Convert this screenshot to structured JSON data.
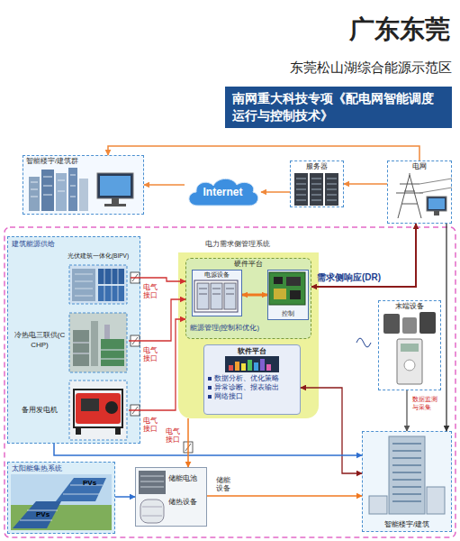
{
  "diagram": {
    "title": "广东东莞",
    "nodes": [
      {
        "text": [
          "南网重大科技专项《配电网智能调度运行与控制技术》"
        ]
      },
      {
        "text": [
          "智能楼宇/建筑群"
        ]
      },
      {
        "text": [
          "Internet"
        ]
      },
      {
        "text": [
          "服务器"
        ]
      },
      {
        "text": [
          "电网"
        ]
      },
      {
        "text": [
          "建筑能源供给"
        ]
      },
      {
        "text": [
          "光伏建筑一体化(BIPV)"
        ],
        "in": 5
      },
      {
        "text": [
          "冷热电三联供(CCHP)"
        ],
        "in": 5
      },
      {
        "text": [
          "备用发电机"
        ],
        "in": 5
      },
      {
        "text": [
          "电力需求侧管理系统"
        ]
      },
      {
        "text": [
          "硬件平台",
          "能源管理(控制和优化)"
        ],
        "in": 9
      },
      {
        "text": [
          "电源设备"
        ],
        "in": 10
      },
      {
        "text": [
          "控制"
        ],
        "in": 10
      },
      {
        "text": [
          "软件平台",
          "数据分析、优化策略",
          "异常诊断、报表输出",
          "网络接口"
        ],
        "in": 9
      },
      {
        "text": [
          "末端设备"
        ]
      },
      {
        "text": [
          "太阳能集热系统"
        ]
      },
      {
        "text": [
          "储能电池",
          "储热设备"
        ]
      },
      {
        "text": [
          "智能楼宇/建筑"
        ]
      }
    ],
    "edges": [
      {
        "from": 4,
        "to": 3,
        "arrow": "to"
      },
      {
        "from": 3,
        "to": 2,
        "arrow": "to"
      },
      {
        "from": 2,
        "to": 1,
        "arrow": "to"
      },
      {
        "from": 4,
        "to": 1,
        "arrow": "to"
      },
      {
        "from": 6,
        "to": 10,
        "arrow": "to"
      },
      {
        "from": 7,
        "to": 10,
        "arrow": "to"
      },
      {
        "from": 8,
        "to": 10,
        "arrow": "to"
      },
      {
        "from": 10,
        "to": 4,
        "label": "需求侧响应(DR)",
        "arrow": "both"
      },
      {
        "from": 11,
        "to": 12,
        "arrow": "both"
      },
      {
        "from": 13,
        "to": 17,
        "arrow": "both"
      },
      {
        "from": 14,
        "to": 17,
        "label": "数据监测与采集",
        "arrow": "to"
      },
      {
        "from": 4,
        "to": 17,
        "arrow": "to"
      },
      {
        "from": 15,
        "to": 16,
        "arrow": "to"
      },
      {
        "from": 16,
        "to": 17,
        "label": "储能设备",
        "arrow": "to"
      },
      {
        "from": 5,
        "to": 17,
        "arrow": "to"
      },
      {
        "from": 9,
        "to": 16,
        "arrow": "to"
      }
    ],
    "labels": [
      "东莞松山湖综合能源示范区",
      "电气接口",
      "电气接口",
      "电气接口",
      "电气接口",
      "PVs",
      "PVs"
    ]
  }
}
